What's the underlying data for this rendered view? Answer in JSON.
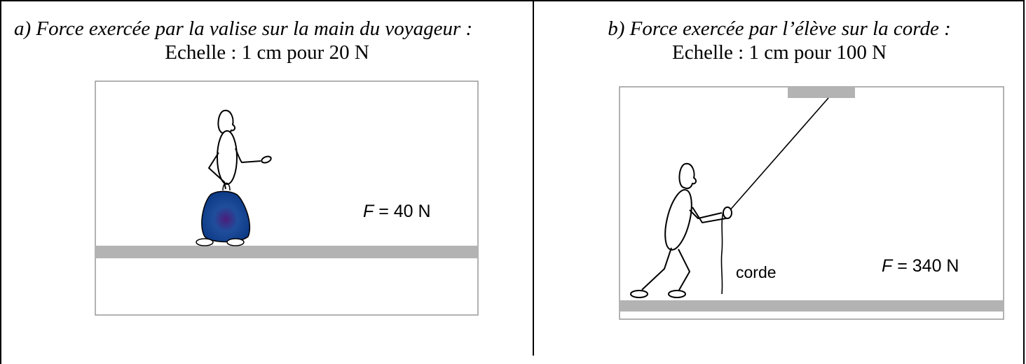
{
  "panel_a": {
    "title": "a) Force exercée par la valise sur la main du voyageur :",
    "scale": "Echelle : 1 cm pour 20 N",
    "force_symbol": "F",
    "force_value": "= 40 N",
    "suitcase_color": "#1f4e9c",
    "floor_color": "#b3b3b3"
  },
  "panel_b": {
    "title": "b)  Force exercée par l’élève sur la corde :",
    "scale": "Echelle : 1 cm pour 100 N",
    "rope_label": "corde",
    "force_symbol": "F",
    "force_value": "= 340 N",
    "floor_color": "#b3b3b3"
  }
}
